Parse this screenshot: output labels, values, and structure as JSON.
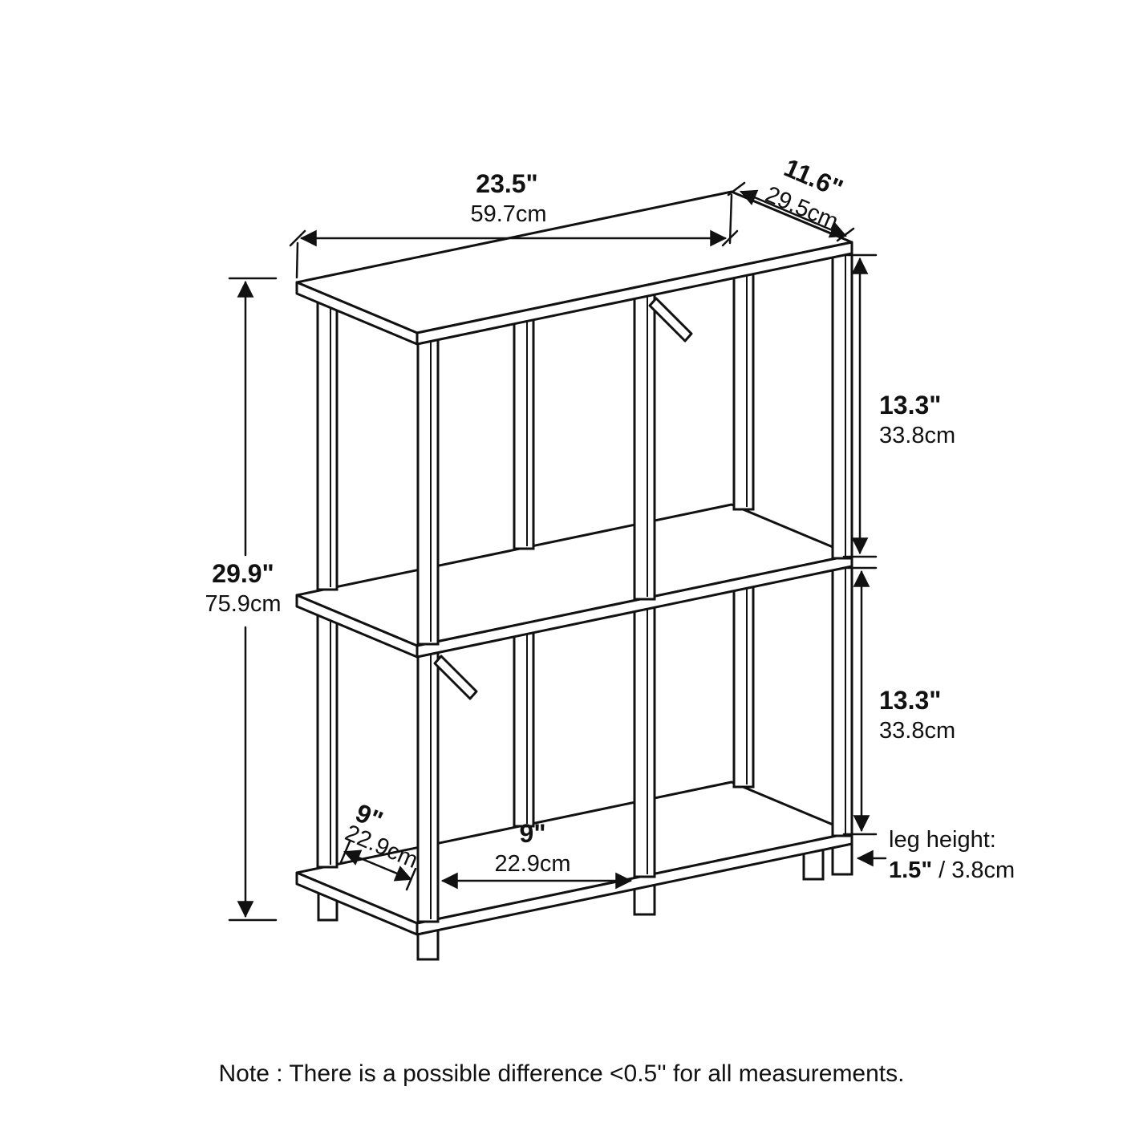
{
  "labels": {
    "width_in": "23.5\"",
    "width_cm": "59.7cm",
    "depth_in": "11.6\"",
    "depth_cm": "29.5cm",
    "height_in": "29.9\"",
    "height_cm": "75.9cm",
    "upper_tier_in": "13.3\"",
    "upper_tier_cm": "33.8cm",
    "lower_tier_in": "13.3\"",
    "lower_tier_cm": "33.8cm",
    "side_depth_in": "9\"",
    "side_depth_cm": "22.9cm",
    "cubby_width_in": "9\"",
    "cubby_width_cm": "22.9cm",
    "leg_height_label": "leg height:",
    "leg_height_in": "1.5\"",
    "leg_height_cm": "/ 3.8cm"
  },
  "note": "Note : There is a possible difference <0.5'' for all measurements.",
  "colors": {
    "line": "#111111",
    "background": "#ffffff"
  }
}
